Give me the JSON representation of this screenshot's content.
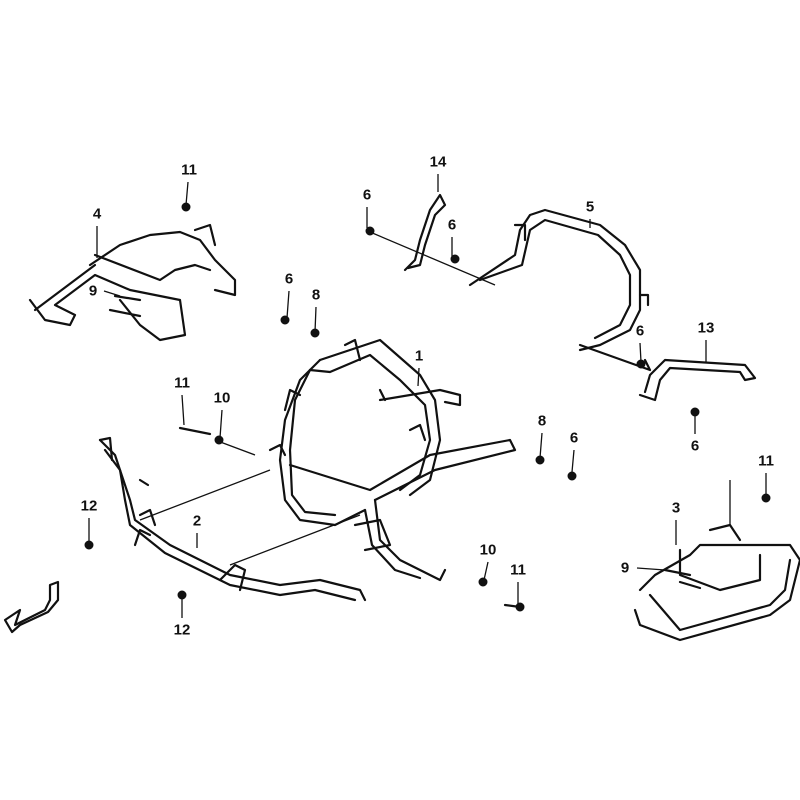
{
  "diagram": {
    "type": "exploded parts diagram",
    "callouts": [
      "11",
      "4",
      "9",
      "14",
      "6",
      "6",
      "5",
      "6",
      "8",
      "1",
      "13",
      "6",
      "6",
      "11",
      "10",
      "8",
      "6",
      "11",
      "12",
      "2",
      "3",
      "10",
      "11",
      "9",
      "12"
    ]
  }
}
